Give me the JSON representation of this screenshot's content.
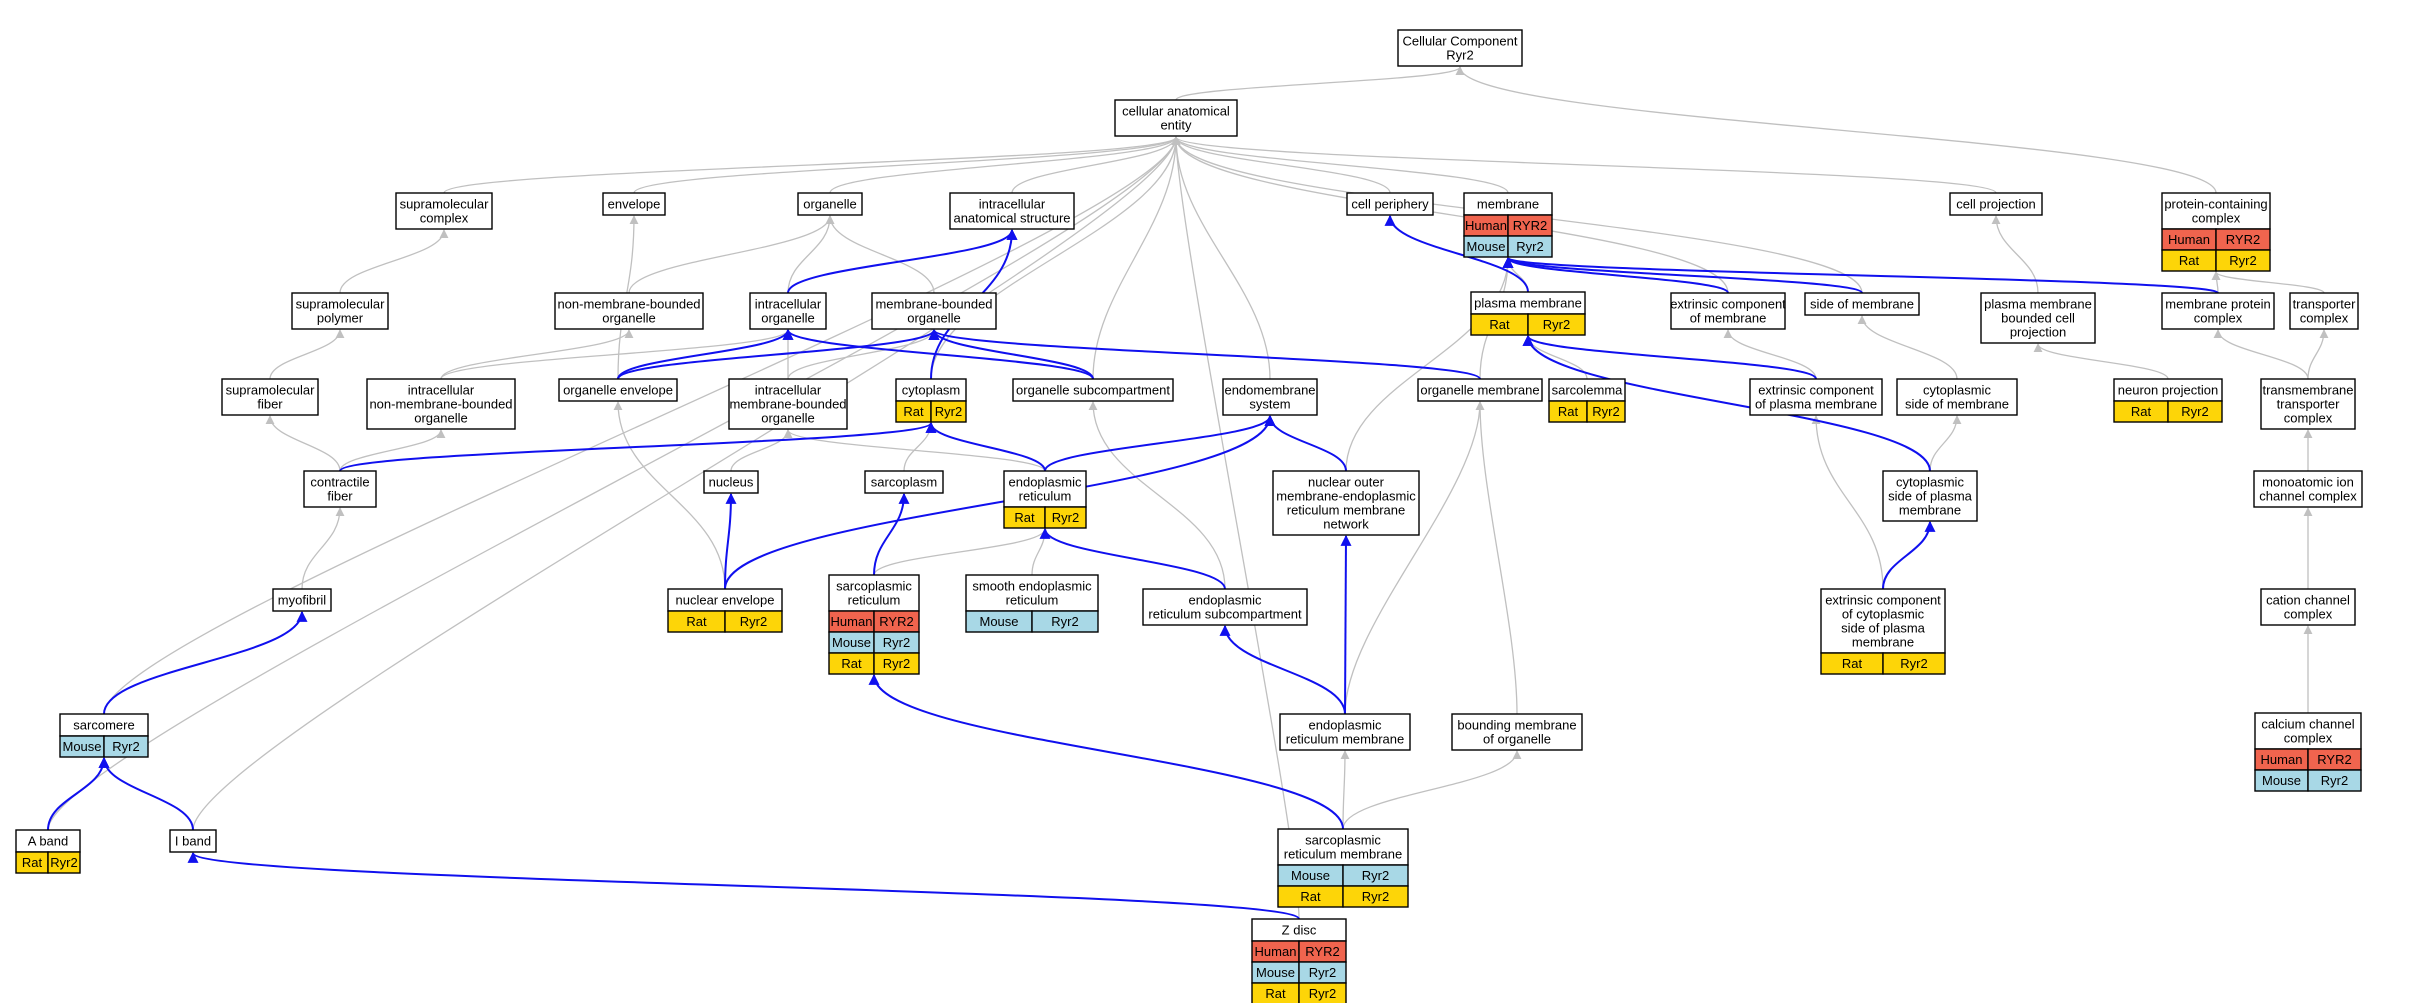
{
  "colors": {
    "human": "#f0644e",
    "mouse": "#a8d8e6",
    "rat": "#fdd508",
    "edge_gray": "#c0c0c0",
    "edge_blue": "#1010ee"
  },
  "nodes": [
    {
      "id": "root",
      "lines": [
        "Cellular Component",
        "Ryr2"
      ],
      "rows": []
    },
    {
      "id": "cae",
      "lines": [
        "cellular anatomical",
        "entity"
      ],
      "rows": []
    },
    {
      "id": "supcomplex",
      "lines": [
        "supramolecular",
        "complex"
      ],
      "rows": []
    },
    {
      "id": "envelope",
      "lines": [
        "envelope"
      ],
      "rows": []
    },
    {
      "id": "organelle",
      "lines": [
        "organelle"
      ],
      "rows": []
    },
    {
      "id": "ias",
      "lines": [
        "intracellular",
        "anatomical structure"
      ],
      "rows": []
    },
    {
      "id": "cellperiph",
      "lines": [
        "cell periphery"
      ],
      "rows": []
    },
    {
      "id": "membrane",
      "lines": [
        "membrane"
      ],
      "rows": [
        [
          "Human",
          "RYR2"
        ],
        [
          "Mouse",
          "Ryr2"
        ]
      ]
    },
    {
      "id": "cellproj",
      "lines": [
        "cell projection"
      ],
      "rows": []
    },
    {
      "id": "pcc",
      "lines": [
        "protein-containing",
        "complex"
      ],
      "rows": [
        [
          "Human",
          "RYR2"
        ],
        [
          "Rat",
          "Ryr2"
        ]
      ]
    },
    {
      "id": "suppolymer",
      "lines": [
        "supramolecular",
        "polymer"
      ],
      "rows": []
    },
    {
      "id": "nmbo",
      "lines": [
        "non-membrane-bounded",
        "organelle"
      ],
      "rows": []
    },
    {
      "id": "intorg",
      "lines": [
        "intracellular",
        "organelle"
      ],
      "rows": []
    },
    {
      "id": "mbo",
      "lines": [
        "membrane-bounded",
        "organelle"
      ],
      "rows": []
    },
    {
      "id": "plasmamem",
      "lines": [
        "plasma membrane"
      ],
      "rows": [
        [
          "Rat",
          "Ryr2"
        ]
      ]
    },
    {
      "id": "extmem",
      "lines": [
        "extrinsic component",
        "of membrane"
      ],
      "rows": []
    },
    {
      "id": "sidemem",
      "lines": [
        "side of membrane"
      ],
      "rows": []
    },
    {
      "id": "pmbcp",
      "lines": [
        "plasma membrane",
        "bounded cell",
        "projection"
      ],
      "rows": []
    },
    {
      "id": "mpc",
      "lines": [
        "membrane protein",
        "complex"
      ],
      "rows": []
    },
    {
      "id": "transcomp",
      "lines": [
        "transporter",
        "complex"
      ],
      "rows": []
    },
    {
      "id": "supfiber",
      "lines": [
        "supramolecular",
        "fiber"
      ],
      "rows": []
    },
    {
      "id": "inmbo",
      "lines": [
        "intracellular",
        "non-membrane-bounded",
        "organelle"
      ],
      "rows": []
    },
    {
      "id": "orgenv",
      "lines": [
        "organelle envelope"
      ],
      "rows": []
    },
    {
      "id": "imbo",
      "lines": [
        "intracellular",
        "membrane-bounded",
        "organelle"
      ],
      "rows": []
    },
    {
      "id": "cytoplasm",
      "lines": [
        "cytoplasm"
      ],
      "rows": [
        [
          "Rat",
          "Ryr2"
        ]
      ]
    },
    {
      "id": "orgsub",
      "lines": [
        "organelle subcompartment"
      ],
      "rows": []
    },
    {
      "id": "endosys",
      "lines": [
        "endomembrane",
        "system"
      ],
      "rows": []
    },
    {
      "id": "orgmem",
      "lines": [
        "organelle membrane"
      ],
      "rows": []
    },
    {
      "id": "sarcolemma",
      "lines": [
        "sarcolemma"
      ],
      "rows": [
        [
          "Rat",
          "Ryr2"
        ]
      ]
    },
    {
      "id": "extpm",
      "lines": [
        "extrinsic component",
        "of plasma membrane"
      ],
      "rows": []
    },
    {
      "id": "cytsidemem",
      "lines": [
        "cytoplasmic",
        "side of membrane"
      ],
      "rows": []
    },
    {
      "id": "neuronproj",
      "lines": [
        "neuron projection"
      ],
      "rows": [
        [
          "Rat",
          "Ryr2"
        ]
      ]
    },
    {
      "id": "tmtc",
      "lines": [
        "transmembrane",
        "transporter",
        "complex"
      ],
      "rows": []
    },
    {
      "id": "contractile",
      "lines": [
        "contractile",
        "fiber"
      ],
      "rows": []
    },
    {
      "id": "nucleus",
      "lines": [
        "nucleus"
      ],
      "rows": []
    },
    {
      "id": "sarcoplasm",
      "lines": [
        "sarcoplasm"
      ],
      "rows": []
    },
    {
      "id": "er",
      "lines": [
        "endoplasmic",
        "reticulum"
      ],
      "rows": [
        [
          "Rat",
          "Ryr2"
        ]
      ]
    },
    {
      "id": "nomernet",
      "lines": [
        "nuclear outer",
        "membrane-endoplasmic",
        "reticulum membrane",
        "network"
      ],
      "rows": []
    },
    {
      "id": "cspm",
      "lines": [
        "cytoplasmic",
        "side of plasma",
        "membrane"
      ],
      "rows": []
    },
    {
      "id": "monoion",
      "lines": [
        "monoatomic ion",
        "channel complex"
      ],
      "rows": []
    },
    {
      "id": "sr",
      "lines": [
        "sarcoplasmic",
        "reticulum"
      ],
      "rows": [
        [
          "Human",
          "RYR2"
        ],
        [
          "Mouse",
          "Ryr2"
        ],
        [
          "Rat",
          "Ryr2"
        ]
      ]
    },
    {
      "id": "ser",
      "lines": [
        "smooth endoplasmic",
        "reticulum"
      ],
      "rows": [
        [
          "Mouse",
          "Ryr2"
        ]
      ]
    },
    {
      "id": "ersub",
      "lines": [
        "endoplasmic",
        "reticulum subcompartment"
      ],
      "rows": []
    },
    {
      "id": "nucenv",
      "lines": [
        "nuclear envelope"
      ],
      "rows": [
        [
          "Rat",
          "Ryr2"
        ]
      ]
    },
    {
      "id": "myofibril",
      "lines": [
        "myofibril"
      ],
      "rows": []
    },
    {
      "id": "ecspm",
      "lines": [
        "extrinsic component",
        "of cytoplasmic",
        "side of plasma",
        "membrane"
      ],
      "rows": [
        [
          "Rat",
          "Ryr2"
        ]
      ]
    },
    {
      "id": "cationch",
      "lines": [
        "cation channel",
        "complex"
      ],
      "rows": []
    },
    {
      "id": "calch",
      "lines": [
        "calcium channel",
        "complex"
      ],
      "rows": [
        [
          "Human",
          "RYR2"
        ],
        [
          "Mouse",
          "Ryr2"
        ]
      ]
    },
    {
      "id": "sarcomere",
      "lines": [
        "sarcomere"
      ],
      "rows": [
        [
          "Mouse",
          "Ryr2"
        ]
      ]
    },
    {
      "id": "ermem",
      "lines": [
        "endoplasmic",
        "reticulum membrane"
      ],
      "rows": []
    },
    {
      "id": "boundmem",
      "lines": [
        "bounding membrane",
        "of organelle"
      ],
      "rows": []
    },
    {
      "id": "aband",
      "lines": [
        "A band"
      ],
      "rows": [
        [
          "Rat",
          "Ryr2"
        ]
      ]
    },
    {
      "id": "iband",
      "lines": [
        "I band"
      ],
      "rows": []
    },
    {
      "id": "srmem",
      "lines": [
        "sarcoplasmic",
        "reticulum membrane"
      ],
      "rows": [
        [
          "Mouse",
          "Ryr2"
        ],
        [
          "Rat",
          "Ryr2"
        ]
      ]
    },
    {
      "id": "zdisc",
      "lines": [
        "Z disc"
      ],
      "rows": [
        [
          "Human",
          "RYR2"
        ],
        [
          "Mouse",
          "Ryr2"
        ],
        [
          "Rat",
          "Ryr2"
        ]
      ]
    }
  ],
  "edges": [
    {
      "from": "cae",
      "to": "root",
      "color": "gray"
    },
    {
      "from": "pcc",
      "to": "root",
      "color": "gray"
    },
    {
      "from": "supcomplex",
      "to": "cae",
      "color": "gray"
    },
    {
      "from": "envelope",
      "to": "cae",
      "color": "gray"
    },
    {
      "from": "organelle",
      "to": "cae",
      "color": "gray"
    },
    {
      "from": "ias",
      "to": "cae",
      "color": "gray"
    },
    {
      "from": "cellperiph",
      "to": "cae",
      "color": "gray"
    },
    {
      "from": "membrane",
      "to": "cae",
      "color": "gray"
    },
    {
      "from": "cellproj",
      "to": "cae",
      "color": "gray"
    },
    {
      "from": "extmem",
      "to": "cae",
      "color": "gray"
    },
    {
      "from": "sidemem",
      "to": "cae",
      "color": "gray"
    },
    {
      "from": "cytoplasm",
      "to": "cae",
      "color": "gray"
    },
    {
      "from": "orgsub",
      "to": "cae",
      "color": "gray"
    },
    {
      "from": "endosys",
      "to": "cae",
      "color": "gray"
    },
    {
      "from": "sarcomere",
      "to": "cae",
      "color": "gray"
    },
    {
      "from": "aband",
      "to": "cae",
      "color": "gray"
    },
    {
      "from": "iband",
      "to": "cae",
      "color": "gray"
    },
    {
      "from": "zdisc",
      "to": "cae",
      "color": "gray"
    },
    {
      "from": "suppolymer",
      "to": "supcomplex",
      "color": "gray"
    },
    {
      "from": "supfiber",
      "to": "suppolymer",
      "color": "gray"
    },
    {
      "from": "contractile",
      "to": "supfiber",
      "color": "gray"
    },
    {
      "from": "myofibril",
      "to": "contractile",
      "color": "gray"
    },
    {
      "from": "orgenv",
      "to": "envelope",
      "color": "gray"
    },
    {
      "from": "nmbo",
      "to": "organelle",
      "color": "gray"
    },
    {
      "from": "intorg",
      "to": "organelle",
      "color": "gray"
    },
    {
      "from": "mbo",
      "to": "organelle",
      "color": "gray"
    },
    {
      "from": "inmbo",
      "to": "nmbo",
      "color": "gray"
    },
    {
      "from": "inmbo",
      "to": "intorg",
      "color": "gray"
    },
    {
      "from": "imbo",
      "to": "intorg",
      "color": "gray"
    },
    {
      "from": "imbo",
      "to": "mbo",
      "color": "gray"
    },
    {
      "from": "contractile",
      "to": "inmbo",
      "color": "gray"
    },
    {
      "from": "nucleus",
      "to": "imbo",
      "color": "gray"
    },
    {
      "from": "sarcoplasm",
      "to": "cytoplasm",
      "color": "gray"
    },
    {
      "from": "er",
      "to": "imbo",
      "color": "gray"
    },
    {
      "from": "sr",
      "to": "er",
      "color": "gray"
    },
    {
      "from": "ser",
      "to": "er",
      "color": "gray"
    },
    {
      "from": "ersub",
      "to": "orgsub",
      "color": "gray"
    },
    {
      "from": "nucenv",
      "to": "orgenv",
      "color": "gray"
    },
    {
      "from": "nomernet",
      "to": "membrane",
      "color": "gray"
    },
    {
      "from": "orgmem",
      "to": "membrane",
      "color": "gray"
    },
    {
      "from": "plasmamem",
      "to": "membrane",
      "color": "gray"
    },
    {
      "from": "ermem",
      "to": "orgmem",
      "color": "gray"
    },
    {
      "from": "boundmem",
      "to": "orgmem",
      "color": "gray"
    },
    {
      "from": "srmem",
      "to": "ermem",
      "color": "gray"
    },
    {
      "from": "srmem",
      "to": "boundmem",
      "color": "gray"
    },
    {
      "from": "sarcolemma",
      "to": "plasmamem",
      "color": "gray"
    },
    {
      "from": "extpm",
      "to": "extmem",
      "color": "gray"
    },
    {
      "from": "cytsidemem",
      "to": "sidemem",
      "color": "gray"
    },
    {
      "from": "cspm",
      "to": "cytsidemem",
      "color": "gray"
    },
    {
      "from": "ecspm",
      "to": "extpm",
      "color": "gray"
    },
    {
      "from": "pmbcp",
      "to": "cellproj",
      "color": "gray"
    },
    {
      "from": "neuronproj",
      "to": "pmbcp",
      "color": "gray"
    },
    {
      "from": "mpc",
      "to": "pcc",
      "color": "gray"
    },
    {
      "from": "transcomp",
      "to": "pcc",
      "color": "gray"
    },
    {
      "from": "tmtc",
      "to": "mpc",
      "color": "gray"
    },
    {
      "from": "tmtc",
      "to": "transcomp",
      "color": "gray"
    },
    {
      "from": "monoion",
      "to": "tmtc",
      "color": "gray"
    },
    {
      "from": "cationch",
      "to": "monoion",
      "color": "gray"
    },
    {
      "from": "calch",
      "to": "cationch",
      "color": "gray"
    },
    {
      "from": "intorg",
      "to": "ias",
      "color": "blue"
    },
    {
      "from": "cytoplasm",
      "to": "ias",
      "color": "blue"
    },
    {
      "from": "orgenv",
      "to": "intorg",
      "color": "blue"
    },
    {
      "from": "orgenv",
      "to": "mbo",
      "color": "blue"
    },
    {
      "from": "orgsub",
      "to": "intorg",
      "color": "blue"
    },
    {
      "from": "orgsub",
      "to": "mbo",
      "color": "blue"
    },
    {
      "from": "orgmem",
      "to": "mbo",
      "color": "blue"
    },
    {
      "from": "plasmamem",
      "to": "cellperiph",
      "color": "blue"
    },
    {
      "from": "extmem",
      "to": "membrane",
      "color": "blue"
    },
    {
      "from": "sidemem",
      "to": "membrane",
      "color": "blue"
    },
    {
      "from": "mpc",
      "to": "membrane",
      "color": "blue"
    },
    {
      "from": "extpm",
      "to": "plasmamem",
      "color": "blue"
    },
    {
      "from": "cspm",
      "to": "plasmamem",
      "color": "blue"
    },
    {
      "from": "ecspm",
      "to": "cspm",
      "color": "blue"
    },
    {
      "from": "contractile",
      "to": "cytoplasm",
      "color": "blue"
    },
    {
      "from": "er",
      "to": "cytoplasm",
      "color": "blue"
    },
    {
      "from": "er",
      "to": "endosys",
      "color": "blue"
    },
    {
      "from": "nomernet",
      "to": "endosys",
      "color": "blue"
    },
    {
      "from": "nucenv",
      "to": "endosys",
      "color": "blue"
    },
    {
      "from": "nucenv",
      "to": "nucleus",
      "color": "blue"
    },
    {
      "from": "sr",
      "to": "sarcoplasm",
      "color": "blue"
    },
    {
      "from": "ersub",
      "to": "er",
      "color": "blue"
    },
    {
      "from": "ermem",
      "to": "ersub",
      "color": "blue"
    },
    {
      "from": "ermem",
      "to": "nomernet",
      "color": "blue"
    },
    {
      "from": "srmem",
      "to": "sr",
      "color": "blue"
    },
    {
      "from": "sarcomere",
      "to": "myofibril",
      "color": "blue"
    },
    {
      "from": "aband",
      "to": "sarcomere",
      "color": "blue"
    },
    {
      "from": "iband",
      "to": "sarcomere",
      "color": "blue"
    },
    {
      "from": "zdisc",
      "to": "iband",
      "color": "blue"
    }
  ]
}
